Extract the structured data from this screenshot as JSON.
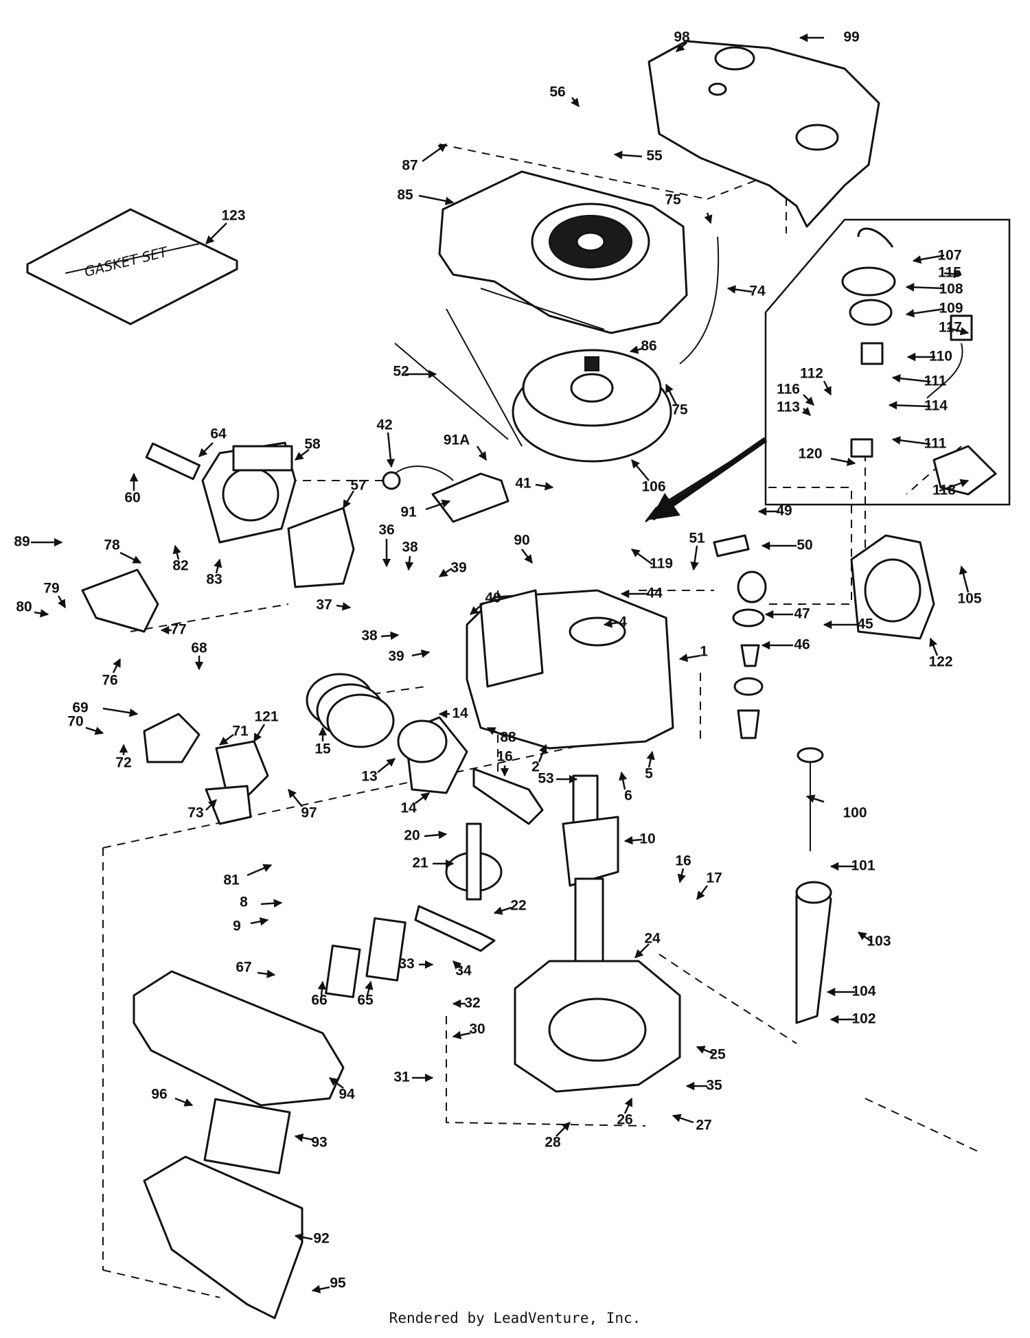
{
  "footer": "Rendered by LeadVenture, Inc.",
  "gasket_set_text": "GASKET SET",
  "callouts": [
    "1",
    "2",
    "4",
    "5",
    "6",
    "8",
    "9",
    "10",
    "13",
    "14",
    "15",
    "16",
    "17",
    "20",
    "21",
    "22",
    "24",
    "25",
    "26",
    "27",
    "28",
    "30",
    "31",
    "32",
    "33",
    "34",
    "35",
    "36",
    "37",
    "38",
    "39",
    "40",
    "41",
    "42",
    "44",
    "45",
    "46",
    "47",
    "49",
    "50",
    "51",
    "52",
    "53",
    "55",
    "56",
    "57",
    "58",
    "60",
    "64",
    "65",
    "66",
    "67",
    "68",
    "69",
    "70",
    "71",
    "72",
    "73",
    "74",
    "75",
    "76",
    "77",
    "78",
    "79",
    "80",
    "81",
    "82",
    "83",
    "85",
    "86",
    "87",
    "88",
    "89",
    "90",
    "91",
    "91A",
    "92",
    "93",
    "94",
    "95",
    "96",
    "97",
    "98",
    "99",
    "100",
    "101",
    "102",
    "103",
    "104",
    "105",
    "106",
    "107",
    "108",
    "109",
    "110",
    "111",
    "112",
    "113",
    "114",
    "115",
    "116",
    "117",
    "118",
    "119",
    "120",
    "121",
    "122",
    "123"
  ]
}
